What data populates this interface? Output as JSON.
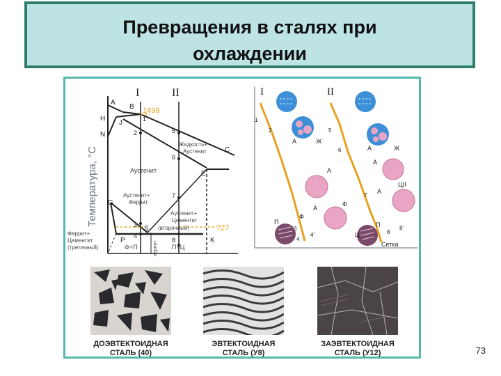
{
  "slide": {
    "title_line1": "Превращения в сталях при",
    "title_line2": "охлаждении",
    "page_number": "73"
  },
  "diagram": {
    "y_axis_label": "Температура, °С",
    "roman": [
      "I",
      "II"
    ],
    "points": {
      "A": "A",
      "B": "B",
      "H": "H",
      "J": "J",
      "N": "N",
      "G": "G",
      "P": "P",
      "S": "S",
      "E": "E",
      "C": "C",
      "K": "K"
    },
    "temp_1499": "1499",
    "temp_727": "727",
    "steps": [
      "1",
      "2",
      "3",
      "4",
      "5",
      "6",
      "7",
      "8"
    ],
    "regions": {
      "liquid_austenite": [
        "Жидкость+",
        "Аустенит"
      ],
      "austenite": "Аустенит",
      "austenite_ferrite": [
        "Аустенит+",
        "Феррит"
      ],
      "austenite_cementite": [
        "Аустенит+",
        "Цементит",
        "(вторичный)"
      ],
      "ferrite_cementite": [
        "Феррит+",
        "Цементит",
        "(третичный)"
      ],
      "f_p": "Ф+П",
      "p_c": "П+Ц",
      "perlite_vertical": "перлит"
    }
  },
  "schematic": {
    "roman": [
      "I",
      "II"
    ],
    "steps": [
      "1",
      "2",
      "3",
      "4",
      "4'",
      "5",
      "6",
      "7",
      "8",
      "8'"
    ],
    "letters": {
      "A": "А",
      "Zh": "Ж",
      "F": "Ф",
      "P": "П",
      "Ts": "Ц",
      "Tsii": "ЦII"
    },
    "setka": "Сетка"
  },
  "micrographs": [
    {
      "line1": "ДОЭВТЕКТОИДНАЯ",
      "line2": "СТАЛЬ (40)"
    },
    {
      "line1": "ЭВТЕКТОИДНАЯ",
      "line2": "СТАЛЬ (У8)"
    },
    {
      "line1": "ЗАЭВТЕКТОИДНАЯ",
      "line2": "СТАЛЬ (У12)"
    }
  ],
  "colors": {
    "title_bg": "#bde3e5",
    "title_border": "#2f7d6b",
    "frame": "#55b7ad",
    "liquid": "#3d8fd8",
    "austenite": "#e8a6c4",
    "orange": "#e7a21d"
  }
}
